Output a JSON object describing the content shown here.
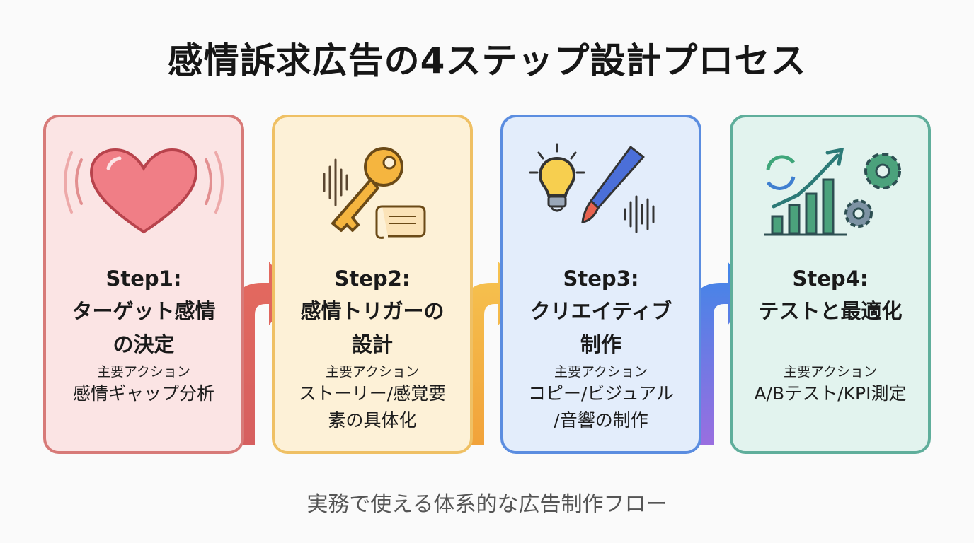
{
  "title": "感情訴求広告の4ステップ設計プロセス",
  "subtitle": "実務で使える体系的な広告制作フロー",
  "steps": [
    {
      "step_line1": "Step1:",
      "step_line2": "ターゲット感情",
      "step_line3": "の決定",
      "action_label": "主要アクション",
      "action_line1": "感情ギャップ分析",
      "action_line2": "",
      "icon": "heart-icon",
      "color": "#d77a78"
    },
    {
      "step_line1": "Step2:",
      "step_line2": "感情トリガーの",
      "step_line3": "設計",
      "action_label": "主要アクション",
      "action_line1": "ストーリー/感覚要",
      "action_line2": "素の具体化",
      "icon": "key-icon",
      "color": "#efc064"
    },
    {
      "step_line1": "Step3:",
      "step_line2": "クリエイティブ",
      "step_line3": "制作",
      "action_label": "主要アクション",
      "action_line1": "コピー/ビジュアル",
      "action_line2": "/音響の制作",
      "icon": "lightbulb-brush-icon",
      "color": "#5b8de0"
    },
    {
      "step_line1": "Step4:",
      "step_line2": "テストと最適化",
      "step_line3": "",
      "action_label": "主要アクション",
      "action_line1": "A/Bテスト/KPI測定",
      "action_line2": "",
      "icon": "chart-gears-icon",
      "color": "#5fae9b"
    }
  ]
}
